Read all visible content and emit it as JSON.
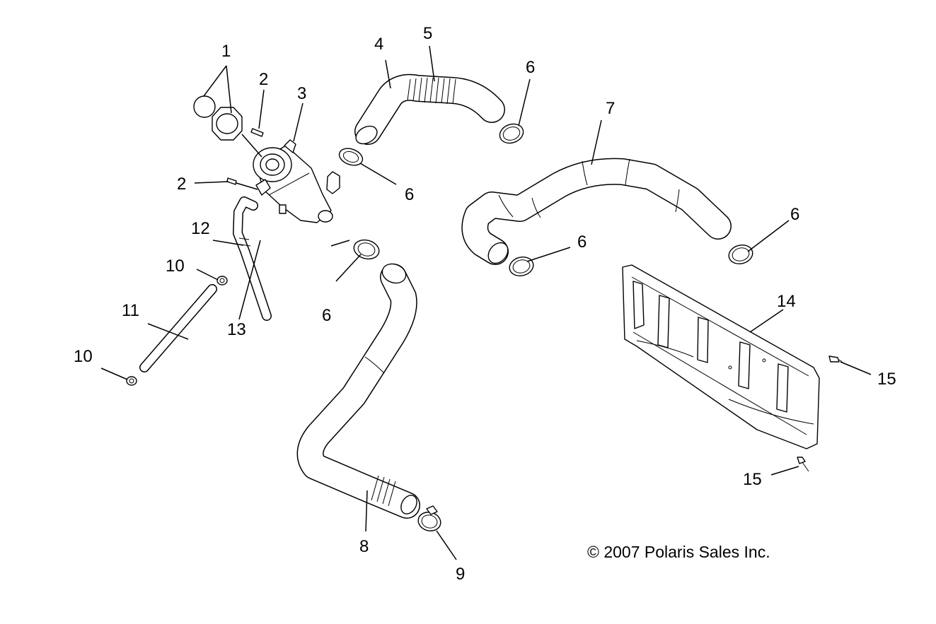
{
  "callouts": {
    "c1": "1",
    "c2a": "2",
    "c2b": "2",
    "c3": "3",
    "c4": "4",
    "c5": "5",
    "c6a": "6",
    "c6b": "6",
    "c6c": "6",
    "c6d": "6",
    "c6e": "6",
    "c7": "7",
    "c8": "8",
    "c9": "9",
    "c10a": "10",
    "c10b": "10",
    "c11": "11",
    "c12": "12",
    "c13": "13",
    "c14": "14",
    "c15a": "15",
    "c15b": "15"
  },
  "copyright": "© 2007 Polaris Sales Inc."
}
